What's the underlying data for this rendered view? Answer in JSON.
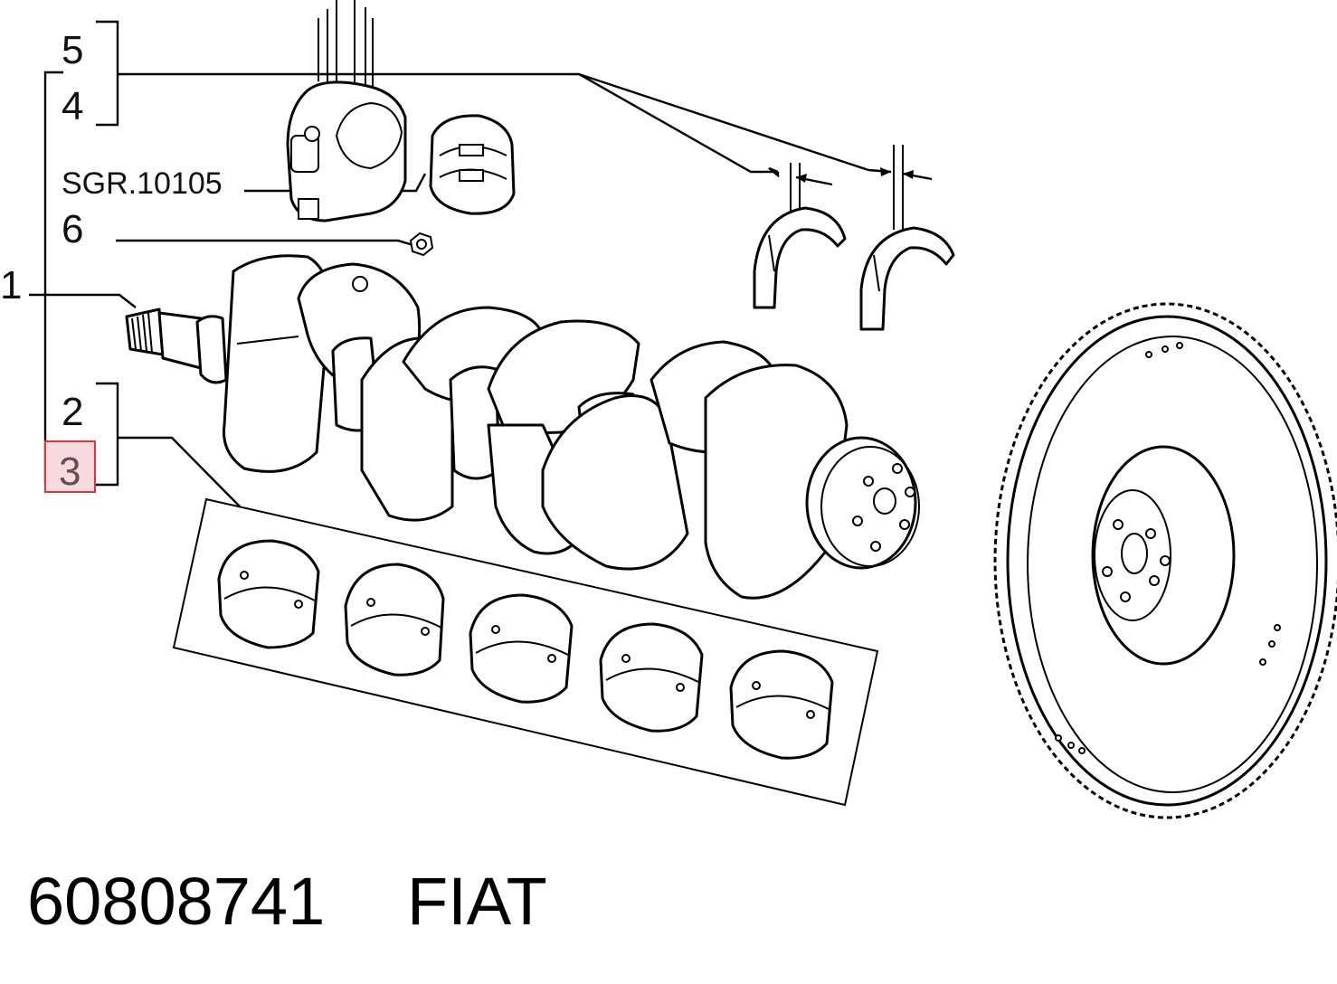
{
  "callouts": {
    "c5": "5",
    "c4": "4",
    "sgr": "SGR.10105",
    "c6": "6",
    "c1": "1",
    "c2": "2",
    "c3": "3"
  },
  "highlight": {
    "callout": "3",
    "border_color": "#d9363e",
    "fill_color": "#f6dade"
  },
  "footer": {
    "part_number": "60808741",
    "brand": "FIAT"
  }
}
